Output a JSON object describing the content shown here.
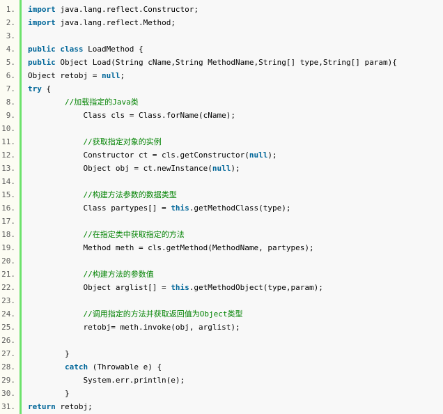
{
  "code_block": {
    "language": "java",
    "colors": {
      "background": "#f8f8f8",
      "gutter_background": "#fcfcf3",
      "gutter_border": "#6ce26c",
      "line_number": "#5c5c5c",
      "keyword": "#006699",
      "comment": "#008200",
      "text": "#000000"
    },
    "lines": [
      {
        "n": "1.",
        "tokens": [
          {
            "t": "kw",
            "v": "import"
          },
          {
            "t": "tx",
            "v": " java.lang.reflect.Constructor;"
          }
        ]
      },
      {
        "n": "2.",
        "tokens": [
          {
            "t": "kw",
            "v": "import"
          },
          {
            "t": "tx",
            "v": " java.lang.reflect.Method;"
          }
        ]
      },
      {
        "n": "3.",
        "tokens": []
      },
      {
        "n": "4.",
        "tokens": [
          {
            "t": "kw",
            "v": "public"
          },
          {
            "t": "tx",
            "v": " "
          },
          {
            "t": "kw",
            "v": "class"
          },
          {
            "t": "tx",
            "v": " LoadMethod {"
          }
        ]
      },
      {
        "n": "5.",
        "tokens": [
          {
            "t": "kw",
            "v": "public"
          },
          {
            "t": "tx",
            "v": " Object Load(String cName,String MethodName,String[] type,String[] param){"
          }
        ]
      },
      {
        "n": "6.",
        "tokens": [
          {
            "t": "tx",
            "v": "Object retobj = "
          },
          {
            "t": "kw",
            "v": "null"
          },
          {
            "t": "tx",
            "v": ";"
          }
        ]
      },
      {
        "n": "7.",
        "tokens": [
          {
            "t": "kw",
            "v": "try"
          },
          {
            "t": "tx",
            "v": " {"
          }
        ]
      },
      {
        "n": "8.",
        "tokens": [
          {
            "t": "tx",
            "v": "        "
          },
          {
            "t": "cm",
            "v": "//加载指定的Java类"
          }
        ]
      },
      {
        "n": "9.",
        "tokens": [
          {
            "t": "tx",
            "v": "            Class cls = Class.forName(cName);"
          }
        ]
      },
      {
        "n": "10.",
        "tokens": []
      },
      {
        "n": "11.",
        "tokens": [
          {
            "t": "tx",
            "v": "            "
          },
          {
            "t": "cm",
            "v": "//获取指定对象的实例"
          }
        ]
      },
      {
        "n": "12.",
        "tokens": [
          {
            "t": "tx",
            "v": "            Constructor ct = cls.getConstructor("
          },
          {
            "t": "kw",
            "v": "null"
          },
          {
            "t": "tx",
            "v": ");"
          }
        ]
      },
      {
        "n": "13.",
        "tokens": [
          {
            "t": "tx",
            "v": "            Object obj = ct.newInstance("
          },
          {
            "t": "kw",
            "v": "null"
          },
          {
            "t": "tx",
            "v": ");"
          }
        ]
      },
      {
        "n": "14.",
        "tokens": []
      },
      {
        "n": "15.",
        "tokens": [
          {
            "t": "tx",
            "v": "            "
          },
          {
            "t": "cm",
            "v": "//构建方法参数的数据类型"
          }
        ]
      },
      {
        "n": "16.",
        "tokens": [
          {
            "t": "tx",
            "v": "            Class partypes[] = "
          },
          {
            "t": "kw",
            "v": "this"
          },
          {
            "t": "tx",
            "v": ".getMethodClass(type);"
          }
        ]
      },
      {
        "n": "17.",
        "tokens": []
      },
      {
        "n": "18.",
        "tokens": [
          {
            "t": "tx",
            "v": "            "
          },
          {
            "t": "cm",
            "v": "//在指定类中获取指定的方法"
          }
        ]
      },
      {
        "n": "19.",
        "tokens": [
          {
            "t": "tx",
            "v": "            Method meth = cls.getMethod(MethodName, partypes);"
          }
        ]
      },
      {
        "n": "20.",
        "tokens": []
      },
      {
        "n": "21.",
        "tokens": [
          {
            "t": "tx",
            "v": "            "
          },
          {
            "t": "cm",
            "v": "//构建方法的参数值"
          }
        ]
      },
      {
        "n": "22.",
        "tokens": [
          {
            "t": "tx",
            "v": "            Object arglist[] = "
          },
          {
            "t": "kw",
            "v": "this"
          },
          {
            "t": "tx",
            "v": ".getMethodObject(type,param);"
          }
        ]
      },
      {
        "n": "23.",
        "tokens": []
      },
      {
        "n": "24.",
        "tokens": [
          {
            "t": "tx",
            "v": "            "
          },
          {
            "t": "cm",
            "v": "//调用指定的方法并获取返回值为Object类型"
          }
        ]
      },
      {
        "n": "25.",
        "tokens": [
          {
            "t": "tx",
            "v": "            retobj= meth.invoke(obj, arglist);"
          }
        ]
      },
      {
        "n": "26.",
        "tokens": []
      },
      {
        "n": "27.",
        "tokens": [
          {
            "t": "tx",
            "v": "        }"
          }
        ]
      },
      {
        "n": "28.",
        "tokens": [
          {
            "t": "tx",
            "v": "        "
          },
          {
            "t": "kw",
            "v": "catch"
          },
          {
            "t": "tx",
            "v": " (Throwable e) {"
          }
        ]
      },
      {
        "n": "29.",
        "tokens": [
          {
            "t": "tx",
            "v": "            System.err.println(e);"
          }
        ]
      },
      {
        "n": "30.",
        "tokens": [
          {
            "t": "tx",
            "v": "        }"
          }
        ]
      },
      {
        "n": "31.",
        "tokens": [
          {
            "t": "kw",
            "v": "return"
          },
          {
            "t": "tx",
            "v": " retobj;"
          }
        ]
      }
    ]
  }
}
